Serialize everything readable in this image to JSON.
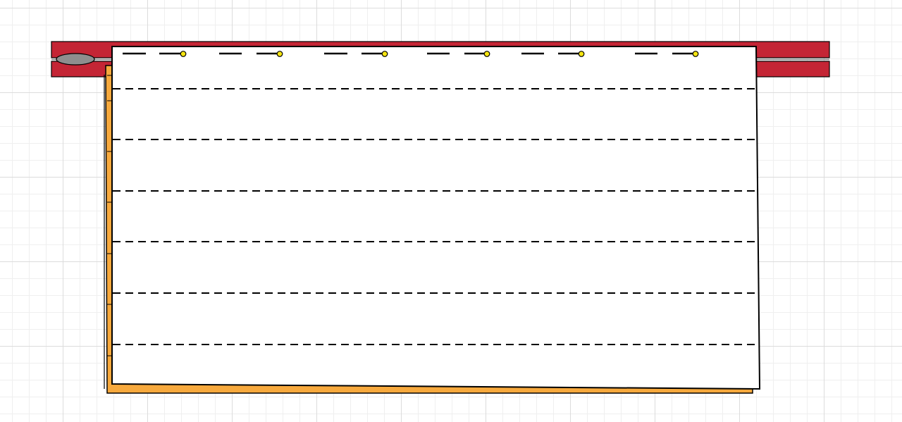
{
  "diagram": {
    "elements": [
      "curtain-rod",
      "rod-end-cap",
      "back-panel",
      "fabric-panel",
      "pleat-fold-lines",
      "pin-markers"
    ],
    "fold_line_count": 6,
    "pin_count": 6
  },
  "colors": {
    "rod": "#c42535",
    "rod_cap": "#8e8e8e",
    "back_panel": "#f7a93d",
    "panel": "#ffffff",
    "outline": "#000000",
    "pin": "#f5e410",
    "grid_major": "#dcdcdc",
    "grid_minor": "#efefef"
  }
}
